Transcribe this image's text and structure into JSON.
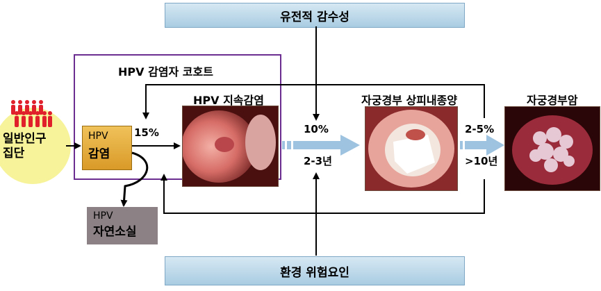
{
  "top_bar": "유전적 감수성",
  "bottom_bar": "환경 위험요인",
  "cohort_title": "HPV 감염자 코호트",
  "population": {
    "line1": "일반인구",
    "line2": "집단"
  },
  "infection_box": {
    "line1": "HPV",
    "line2": "감염"
  },
  "clearance_box": {
    "line1": "HPV",
    "line2": "자연소실"
  },
  "stage_persistent": "HPV 지속감염",
  "stage_cin": "자궁경부 상피내종양",
  "stage_cancer": "자궁경부암",
  "pct_15": "15%",
  "pct_10": "10%",
  "years_2_3": "2-3년",
  "pct_2_5": "2-5%",
  "years_10": ">10년",
  "colors": {
    "cohort_border": "#6b2d8f",
    "infection_box": "#e2a93a",
    "clearance_box": "#8c8285",
    "population_circle": "#f6f39a",
    "people": "#e0202a",
    "arrow": "#9dc3e0"
  }
}
